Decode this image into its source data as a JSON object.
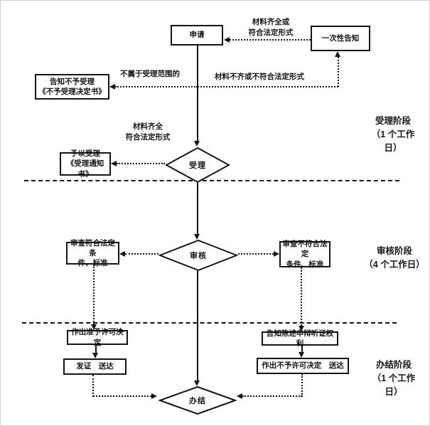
{
  "flowchart": {
    "nodes": {
      "apply": "申请",
      "one_time_notice": "一次性告知",
      "reject_notice": "告知不予受理\n《不予受理决定书》",
      "accept_notice": "予以受理\n《受理通知书》",
      "accept": "受理",
      "review": "审核",
      "review_pass": "审查符合法定条\n件、标准",
      "review_fail": "审查不符合法定\n条件、标准",
      "grant_decision": "作出准予许可决定",
      "issue_deliver": "发证　送达",
      "notify_rights": "告知陈述申辩听证权利",
      "deny_deliver": "作出不予许可决定　送达",
      "close": "办结"
    },
    "edge_labels": {
      "materials_complete_top": "材料齐全或\n符合法定形式",
      "not_in_scope": "不属于受理范围的",
      "materials_incomplete": "材料不齐或不符合法定形式",
      "materials_complete_mid": "材料齐全\n符合法定形式"
    },
    "stages": {
      "accept_stage": "受理阶段\n（1 个工作\n日）",
      "review_stage": "审核阶段\n（4 个工作日）",
      "close_stage": "办结阶段\n（1 个工作\n日）"
    },
    "colors": {
      "ink": "#141414",
      "background": "#ffffff"
    }
  }
}
